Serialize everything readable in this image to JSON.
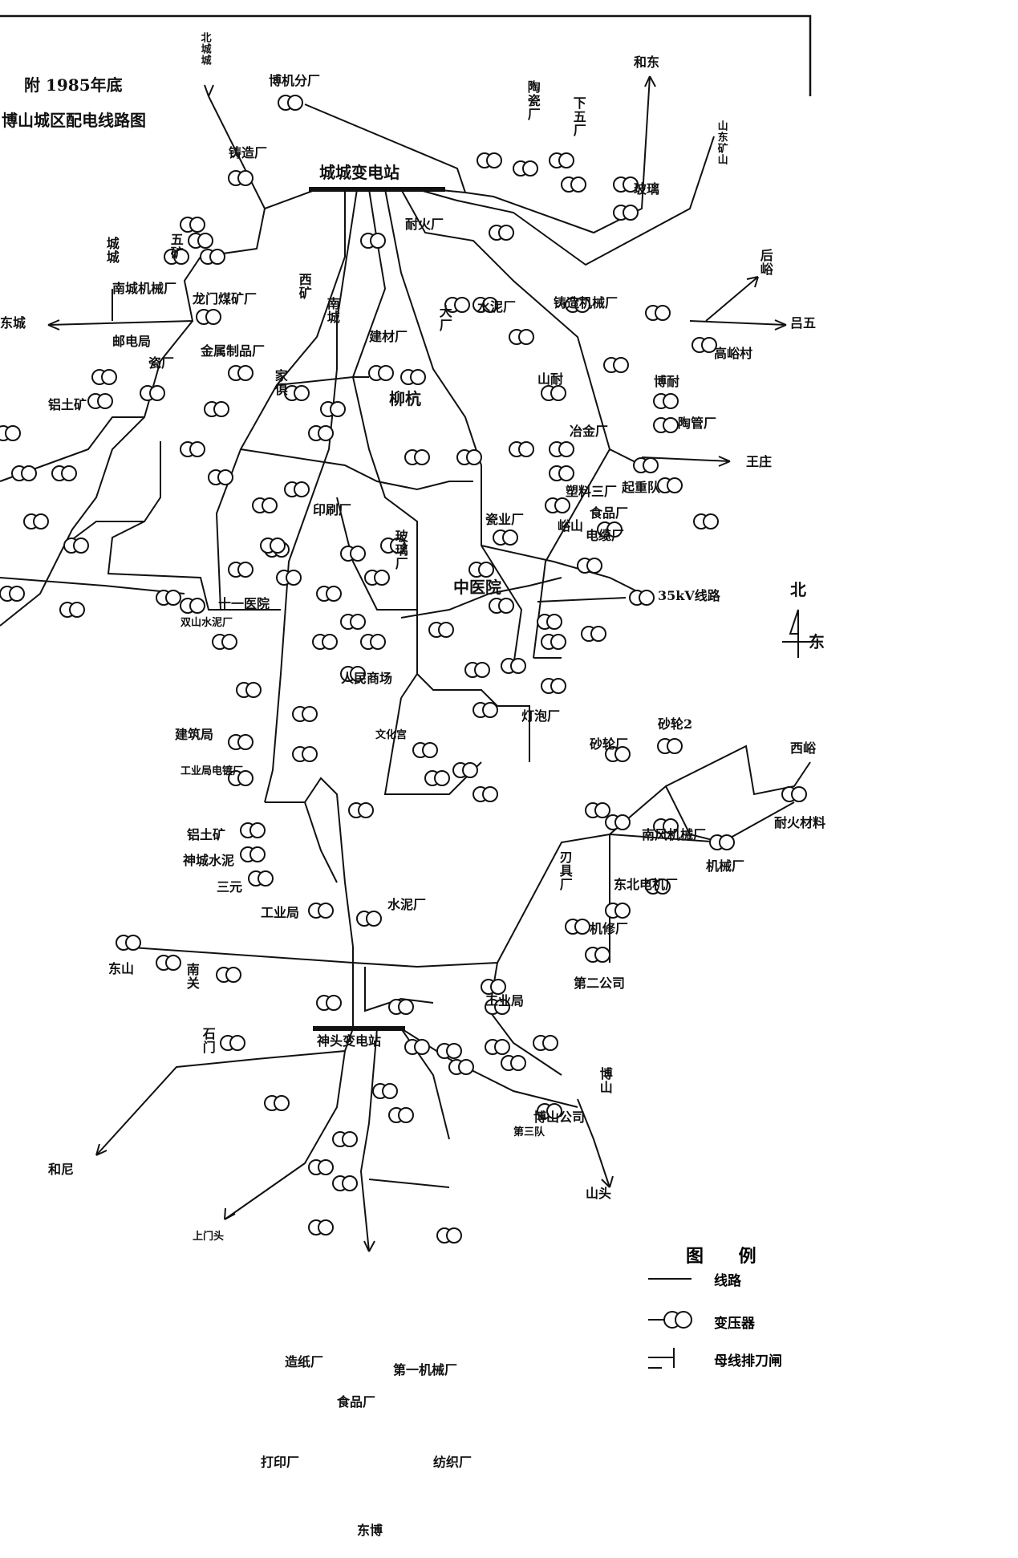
{
  "title": {
    "line1": "附  1985年底",
    "line2": "博山城区配电线路图"
  },
  "stations": {
    "main": "城城变电站",
    "south": "神头变电站",
    "kv35": "35kV线路"
  },
  "legend": {
    "heading": "图 例",
    "line": "线路",
    "transformer": "变压器",
    "switch": "母线排刀闸"
  },
  "compass": {
    "north": "北",
    "east": "东"
  },
  "directions": {
    "n_city": "北城城",
    "w_city": "城城",
    "dong": "和东",
    "e_side": "后峪",
    "lv_wu": "吕五",
    "w_bo": "东城",
    "e_wang": "王庄",
    "zhi_fu": "和尼",
    "shan_feng": "山头",
    "mu_gang": "上门头",
    "s_town": "东博"
  },
  "labels": {
    "l01": "博机分厂",
    "l02": "铸造厂",
    "l03": "陶瓷厂",
    "l04": "玻璃",
    "l05": "下五厂",
    "l06": "山东矿山",
    "l07": "铸造机械厂",
    "l08": "耐火厂",
    "l09": "西矿",
    "l10": "龙门煤矿厂",
    "l11": "南城机械厂",
    "l12": "五矿",
    "l13": "邮电局",
    "l14": "瓷厂",
    "l15": "铝土矿",
    "l16": "南城",
    "l17": "水泥厂",
    "l18": "金属制品厂",
    "l19": "家俱",
    "l20": "大厂",
    "l21": "玻璃厂",
    "l22": "柳杭",
    "l23": "建材厂",
    "l24": "山耐",
    "l25": "博耐",
    "l26": "陶管厂",
    "l27": "冶金厂",
    "l28": "塑料三厂",
    "l29": "食品厂",
    "l30": "起重队",
    "l31": "峪山",
    "l32": "瓷业厂",
    "l33": "中医院",
    "l34": "十一医院",
    "l35": "双山水泥厂",
    "l36": "高峪村",
    "l37": "电缆厂",
    "l38": "印刷厂",
    "l39": "人民商场",
    "l40": "文化宫",
    "l41": "灯泡厂",
    "l42": "建筑局",
    "l43": "工业局电镀厂",
    "l44": "铝土矿",
    "l45": "神城水泥",
    "l46": "三元",
    "l47": "工业局",
    "l48": "水泥厂",
    "l49": "机修厂",
    "l50": "南风机械厂",
    "l51": "东北电机厂",
    "l52": "第二公司",
    "l53": "砂轮厂",
    "l54": "西峪",
    "l55": "砂轮2",
    "l56": "耐火材料",
    "l57": "刃具厂",
    "l58": "机械厂",
    "l59": "博山公司",
    "l60": "第三队",
    "l61": "打印厂",
    "l62": "食品厂",
    "l63": "南关",
    "l64": "第一机械厂",
    "l65": "纺织厂",
    "l66": "东山",
    "l67": "造纸厂",
    "l68": "石门",
    "l69": "工业局",
    "l70": "博山"
  },
  "colors": {
    "ink": "#111111",
    "paper": "#ffffff"
  }
}
